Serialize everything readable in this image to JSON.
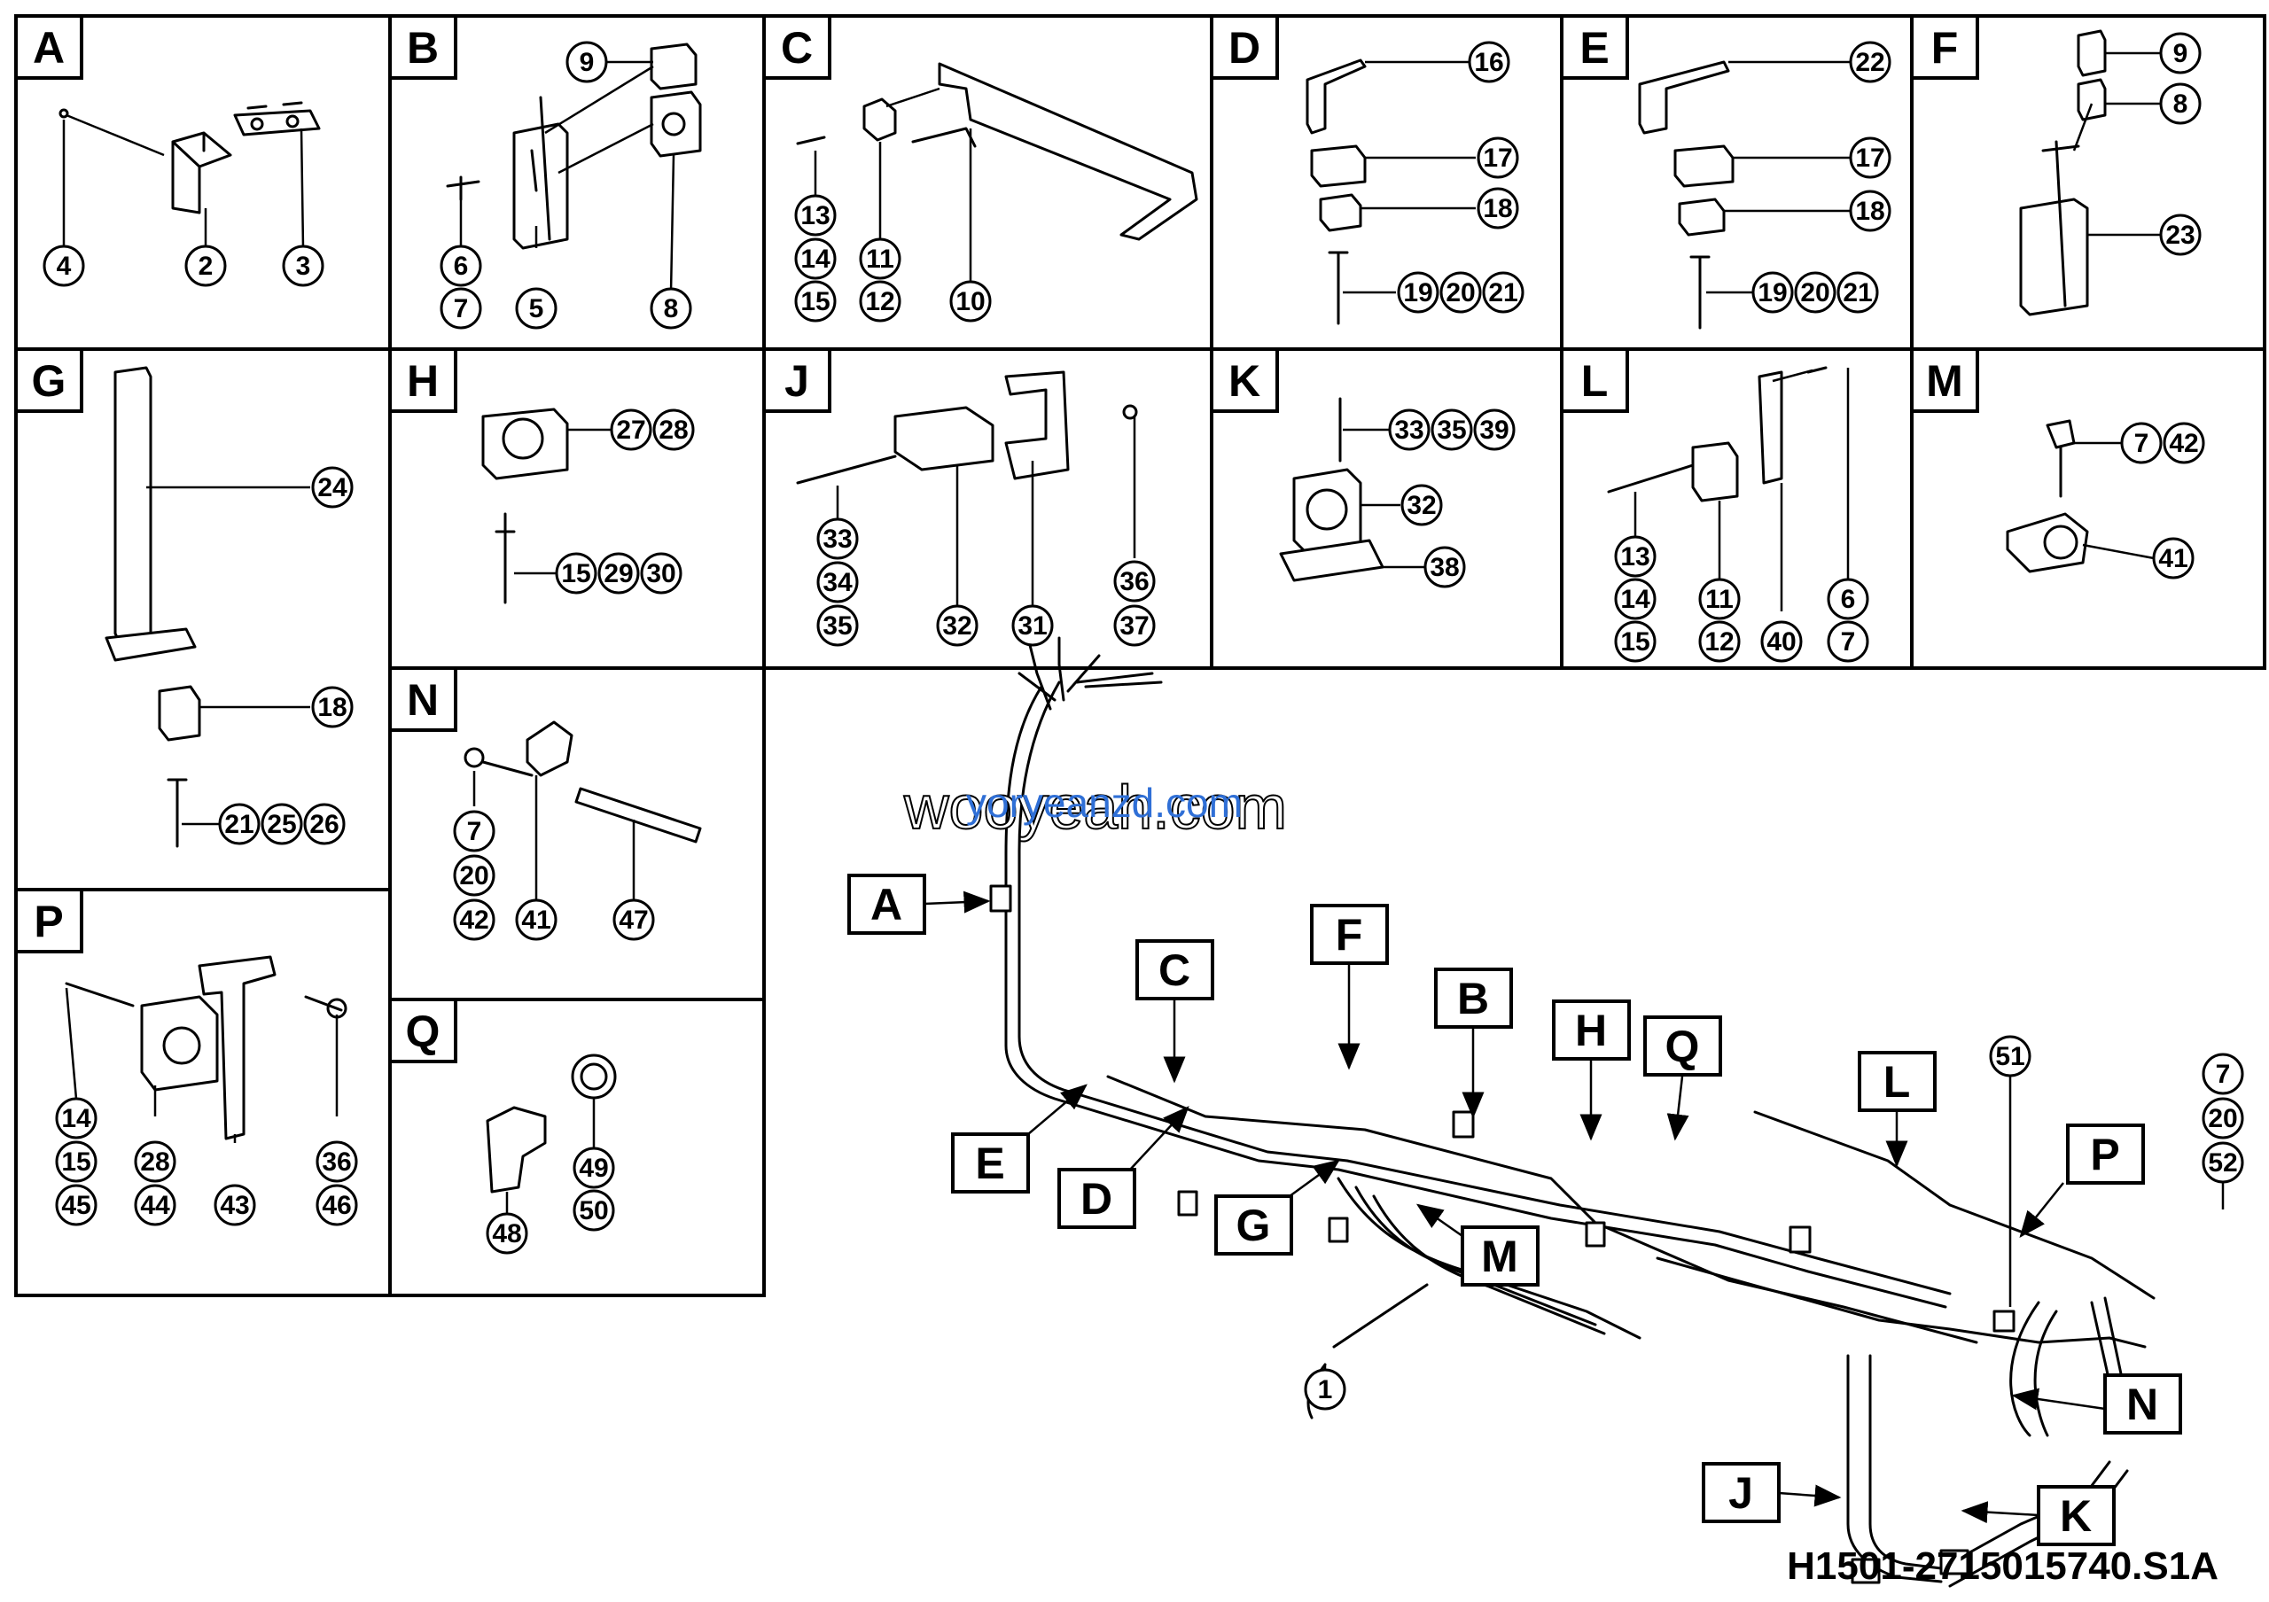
{
  "drawing_number": "H1501-2715015740.S1A",
  "watermark": {
    "outline_text": "wooyeah.com",
    "overlay_text": "yoryeanzd.com",
    "overlay_color": "#2f6fd6"
  },
  "colors": {
    "line": "#000000",
    "background": "#ffffff"
  },
  "panels": [
    {
      "letter": "A",
      "callouts": [
        "4",
        "2",
        "3"
      ]
    },
    {
      "letter": "B",
      "callouts": [
        "9",
        "6",
        "7",
        "5",
        "8"
      ]
    },
    {
      "letter": "C",
      "callouts": [
        "13",
        "14",
        "15",
        "11",
        "12",
        "10"
      ]
    },
    {
      "letter": "D",
      "callouts": [
        "16",
        "17",
        "18",
        "19",
        "20",
        "21"
      ]
    },
    {
      "letter": "E",
      "callouts": [
        "22",
        "17",
        "18",
        "19",
        "20",
        "21"
      ]
    },
    {
      "letter": "F",
      "callouts": [
        "9",
        "8",
        "23"
      ]
    },
    {
      "letter": "G",
      "callouts": [
        "24",
        "18",
        "21",
        "25",
        "26"
      ]
    },
    {
      "letter": "H",
      "callouts": [
        "27",
        "28",
        "15",
        "29",
        "30"
      ]
    },
    {
      "letter": "J",
      "callouts": [
        "33",
        "34",
        "35",
        "32",
        "31",
        "36",
        "37"
      ]
    },
    {
      "letter": "K",
      "callouts": [
        "33",
        "35",
        "39",
        "32",
        "38"
      ]
    },
    {
      "letter": "L",
      "callouts": [
        "13",
        "14",
        "15",
        "11",
        "12",
        "40",
        "6",
        "7"
      ]
    },
    {
      "letter": "M",
      "callouts": [
        "7",
        "42",
        "41"
      ]
    },
    {
      "letter": "N",
      "callouts": [
        "7",
        "20",
        "42",
        "41",
        "47"
      ]
    },
    {
      "letter": "P",
      "callouts": [
        "14",
        "15",
        "45",
        "28",
        "44",
        "43",
        "36",
        "46"
      ]
    },
    {
      "letter": "Q",
      "callouts": [
        "48",
        "49",
        "50"
      ]
    }
  ],
  "overview": {
    "labels": [
      "A",
      "C",
      "F",
      "B",
      "H",
      "Q",
      "L",
      "P",
      "N",
      "J",
      "K",
      "E",
      "D",
      "G",
      "M"
    ],
    "callouts": [
      "1",
      "51",
      "7",
      "20",
      "52"
    ]
  }
}
